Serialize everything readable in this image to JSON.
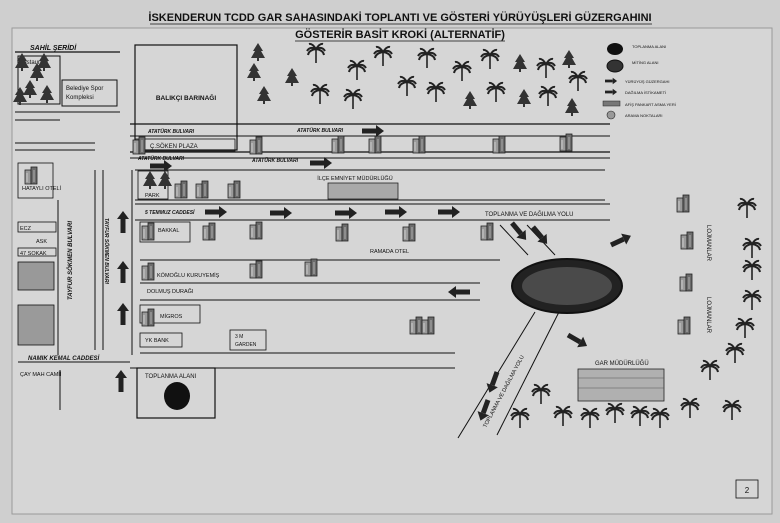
{
  "title_line1": "İSKENDERUN TCDD GAR SAHASINDAKİ TOPLANTI VE GÖSTERİ YÜRÜYÜŞLERİ GÜZERGAHINI",
  "title_line2": "GÖSTERİR BASİT KROKİ (ALTERNATİF)",
  "page_number": "2",
  "labels": {
    "sahil_seridi": "SAHİL ŞERİDİ",
    "restaurant": "Restaurant",
    "belediye": "Belediye Spor Kompleksi",
    "balikci": "BALIKÇI BARINAĞI",
    "ataturk1": "ATATÜRK BULVARI",
    "ataturk2": "ATATÜRK BULVARI",
    "ataturk3": "ATATÜRK BULVARI",
    "ataturk4": "ATATÜRK BULVARI",
    "soken": "Ç.SÖKEN PLAZA",
    "hatayli": "HATAYLI OTELİ",
    "park": "PARK",
    "emniyet": "İLÇE EMNİYET MÜDÜRLÜĞÜ",
    "temmuz": "5 TEMMUZ CADDESİ",
    "toplanma_yolu": "TOPLANMA VE DAĞILMA YOLU",
    "ecz": "ECZ",
    "ask": "ASK",
    "sokak47": "47 SOKAK",
    "tayfur_left": "TAYFUR SÖKMEN BULVARI",
    "tayfur_right": "TAYFUR SÖKMEN BULVARI",
    "bakkal": "BAKKAL",
    "ramada": "RAMADA OTEL",
    "komoglu": "KÖMOĞLU KURUYEMİŞ",
    "dolmus": "DOLMUŞ DURAĞI",
    "migros": "MİGROS",
    "ykbank": "YK BANK",
    "garden": "3 M GARDEN",
    "namik": "NAMIK KEMAL CADDESİ",
    "cay": "ÇAY MAH CAMİİ",
    "toplanma_alani": "TOPLANMA ALANI",
    "toplanma_yolu2": "TOPLANMA VE DAĞILMA YOLU",
    "gar": "GAR MÜDÜRLÜĞÜ",
    "lojmanlar1": "LOJMANLAR",
    "lojmanlar2": "LOJMANLAR"
  },
  "legend": [
    {
      "icon": "assembly-area",
      "label": "TOPLANMA ALANI"
    },
    {
      "icon": "meeting-area",
      "label": "MİTİNG ALANI"
    },
    {
      "icon": "march-route",
      "label": "YÜRÜYÜŞ GÜZERGAHI"
    },
    {
      "icon": "dispersal-direction",
      "label": "DAĞILMA İSTİKAMETİ"
    },
    {
      "icon": "banner-area",
      "label": "AFİŞ PANKART ASMA YERİ"
    },
    {
      "icon": "search-point",
      "label": "ARAMA NOKTALARI"
    }
  ],
  "colors": {
    "background": "#cfcfcf",
    "ink": "#111111",
    "building": "#7a7a7a",
    "tree": "#222222"
  }
}
